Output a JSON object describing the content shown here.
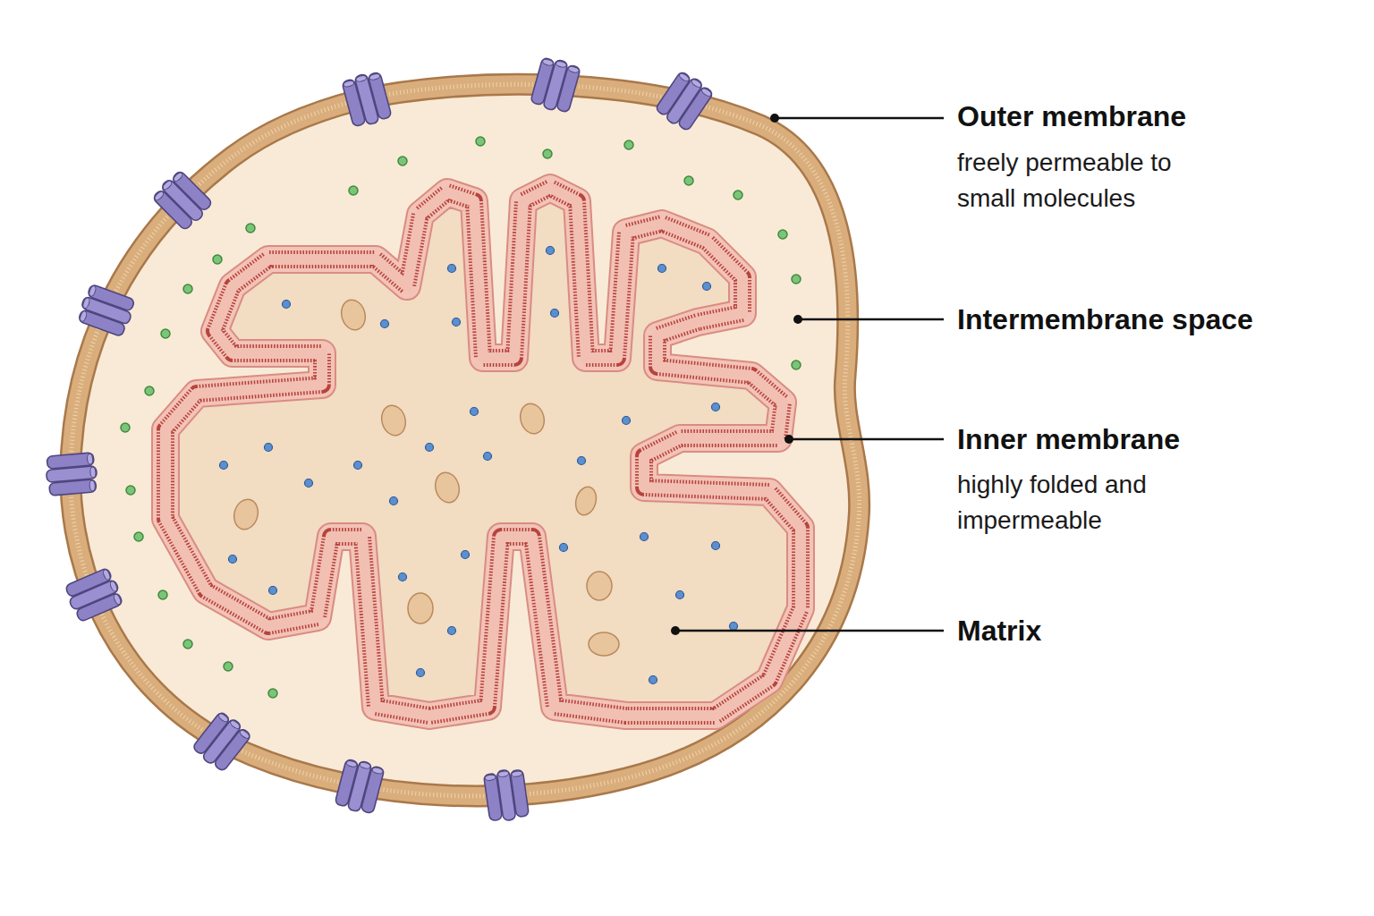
{
  "diagram": {
    "labels": [
      "Outer membrane",
      "freely permeable to small molecules",
      "Intermembrane space",
      "Inner membrane",
      "highly folded and impermeable",
      "Matrix"
    ]
  }
}
